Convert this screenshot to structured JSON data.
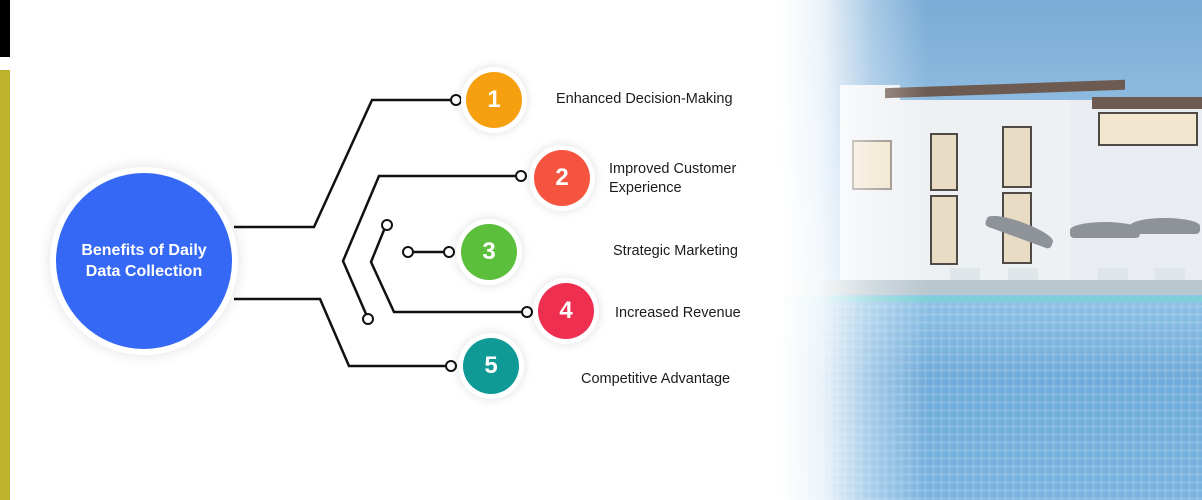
{
  "hub": {
    "title": "Benefits of Daily Data Collection",
    "color": "#3468f5"
  },
  "benefits": [
    {
      "number": "1",
      "label": "Enhanced Decision-Making",
      "color": "#f7a00f"
    },
    {
      "number": "2",
      "label": "Improved Customer Experience",
      "color": "#f5553e"
    },
    {
      "number": "3",
      "label": "Strategic Marketing",
      "color": "#5cbf3b"
    },
    {
      "number": "4",
      "label": "Increased Revenue",
      "color": "#ee2f4f"
    },
    {
      "number": "5",
      "label": "Competitive Advantage",
      "color": "#0f9a95"
    }
  ],
  "edges": {
    "top_bar_color": "#000000",
    "side_bar_color": "#bdb22c"
  },
  "image": {
    "subject": "resort-pool-villa-photo"
  }
}
